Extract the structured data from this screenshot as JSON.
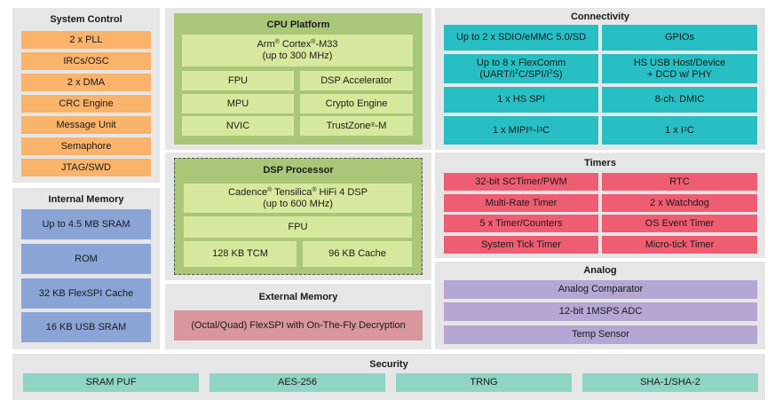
{
  "system_control": {
    "title": "System Control",
    "items": [
      "2 x PLL",
      "IRCs/OSC",
      "2 x DMA",
      "CRC Engine",
      "Message Unit",
      "Semaphore",
      "JTAG/SWD"
    ]
  },
  "internal_memory": {
    "title": "Internal Memory",
    "items": [
      "Up to 4.5 MB SRAM",
      "ROM",
      "32 KB FlexSPI Cache",
      "16 KB USB SRAM"
    ]
  },
  "cpu_platform": {
    "title": "CPU Platform",
    "core_name_a": "Arm",
    "core_name_b": " Cortex",
    "core_name_c": "-M33",
    "core_reg": "®",
    "core_speed": "(up to 300 MHz)",
    "fpu": "FPU",
    "dsp_accel": "DSP Accelerator",
    "mpu": "MPU",
    "crypto": "Crypto Engine",
    "nvic": "NVIC",
    "trustzone_a": "TrustZone",
    "trustzone_b": "-M"
  },
  "dsp_processor": {
    "title": "DSP Processor",
    "core_a": "Cadence",
    "core_b": " Tensilica",
    "core_c": " HiFi 4 DSP",
    "core_reg": "®",
    "core_speed": "(up to 600 MHz)",
    "fpu": "FPU",
    "tcm": "128 KB TCM",
    "cache": "96 KB Cache"
  },
  "external_memory": {
    "title": "External Memory",
    "item": "(Octal/Quad) FlexSPI with On-The-Fly Decryption"
  },
  "connectivity": {
    "title": "Connectivity",
    "sdio": "Up to 2 x SDIO/eMMC 5.0/SD",
    "gpios": "GPIOs",
    "flexcomm_a": "Up to 8 x FlexComm",
    "flexcomm_b1": "(UART/I",
    "flexcomm_b2": "C/SPI/I",
    "flexcomm_b3": "S)",
    "sup2": "2",
    "usb_a": "HS USB Host/Device",
    "usb_b": "+ DCD w/ PHY",
    "hsspi": "1 x HS SPI",
    "dmic": "8-ch. DMIC",
    "mipi_a": "1 x MIPI",
    "mipi_b": "-I",
    "mipi_c": "C",
    "i2c_a": "1 x I",
    "i2c_b": "C"
  },
  "timers": {
    "title": "Timers",
    "items": [
      "32-bit SCTimer/PWM",
      "RTC",
      "Multi-Rate Timer",
      "2 x Watchdog",
      "5 x Timer/Counters",
      "OS Event Timer",
      "System Tick Timer",
      "Micro-tick Timer"
    ]
  },
  "analog": {
    "title": "Analog",
    "items": [
      "Analog Comparator",
      "12-bit 1MSPS ADC",
      "Temp Sensor"
    ]
  },
  "security": {
    "title": "Security",
    "items": [
      "SRAM PUF",
      "AES-256",
      "TRNG",
      "SHA-1/SHA-2"
    ]
  },
  "colors": {
    "panel": "#e6e6e6",
    "system_control": "#f9b36a",
    "internal_memory": "#8aa4d6",
    "cpu_inner": "#d6e89c",
    "cpu_outer": "#a9c777",
    "connectivity": "#27bfc3",
    "timers": "#ef5d72",
    "analog": "#b5a6d4",
    "external_memory": "#d9969d",
    "security": "#8fd4c4"
  }
}
